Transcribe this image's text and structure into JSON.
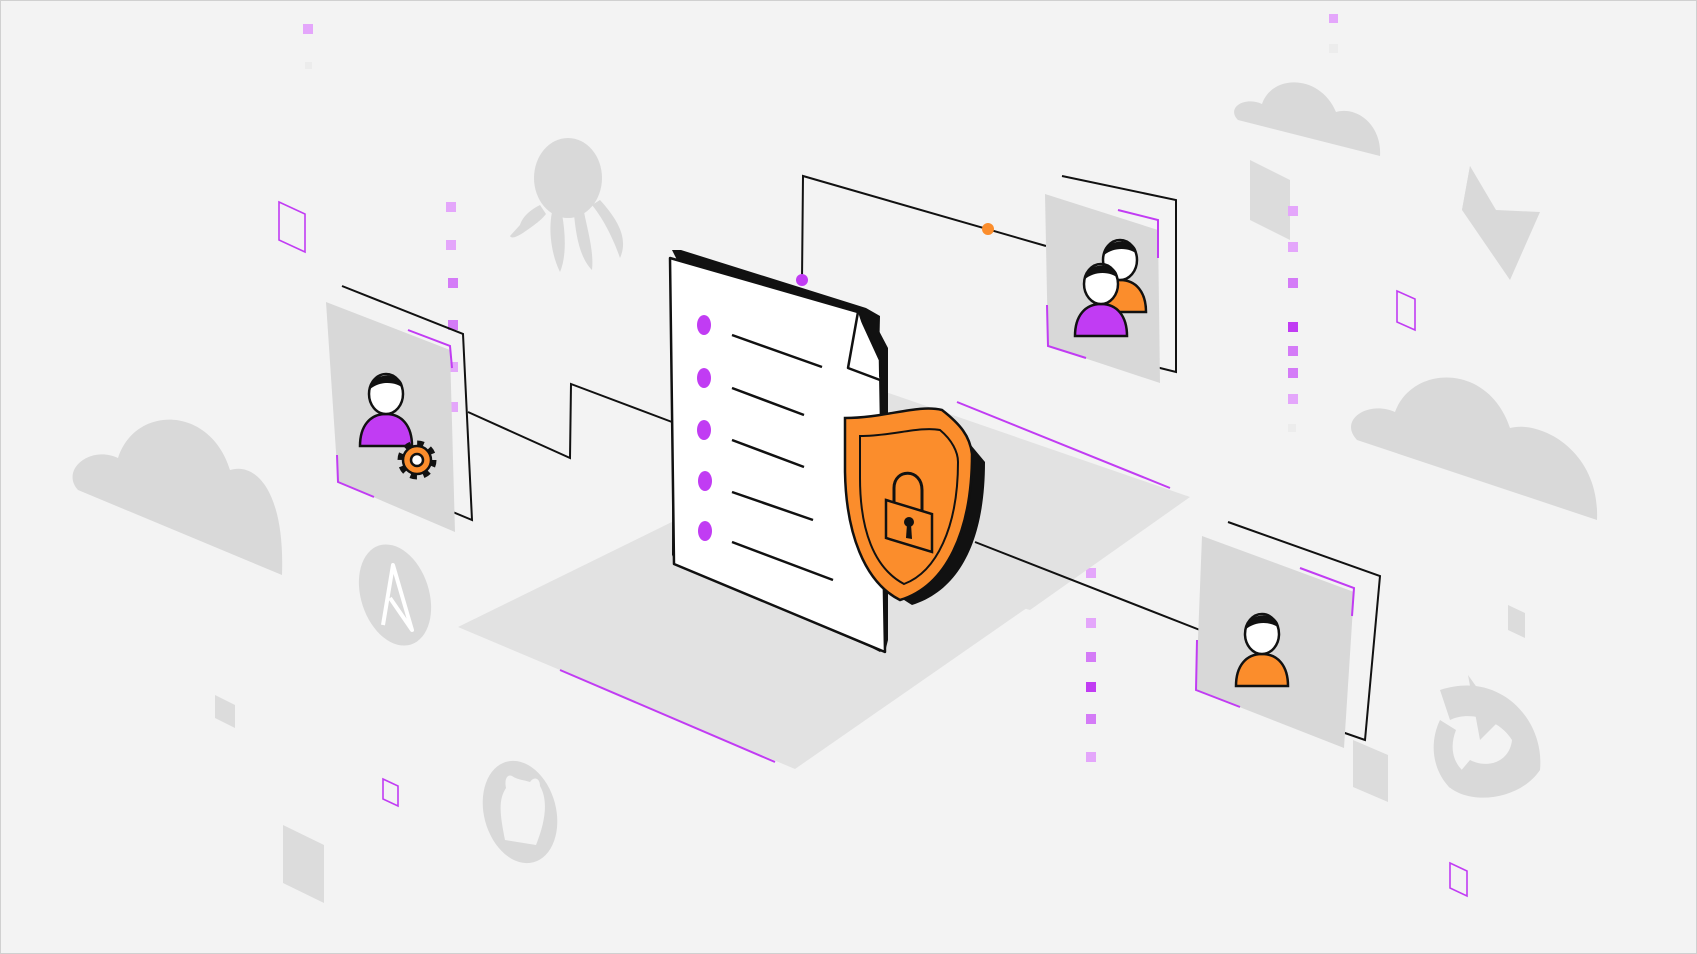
{
  "palette": {
    "background": "#f3f3f3",
    "ghost": "#d9d9d9",
    "plate": "#e2e2e2",
    "purple": "#c13cf3",
    "purple_light": "#e4a6fb",
    "orange": "#fb8d2c",
    "ink": "#111111",
    "paper": "#ffffff"
  },
  "elements": {
    "document": {
      "icon": "document-icon",
      "list_items": 5
    },
    "shield": {
      "icon": "shield-lock-icon"
    },
    "cards": [
      {
        "icon": "admin-user-gear-icon",
        "people": 1
      },
      {
        "icon": "user-group-icon",
        "people": 2
      },
      {
        "icon": "user-icon",
        "people": 1
      }
    ],
    "background_icons": [
      "cloud-icon",
      "octopus-logo-icon",
      "gitlab-logo-icon",
      "ansible-logo-icon",
      "github-logo-icon",
      "spinnaker-logo-icon"
    ]
  }
}
